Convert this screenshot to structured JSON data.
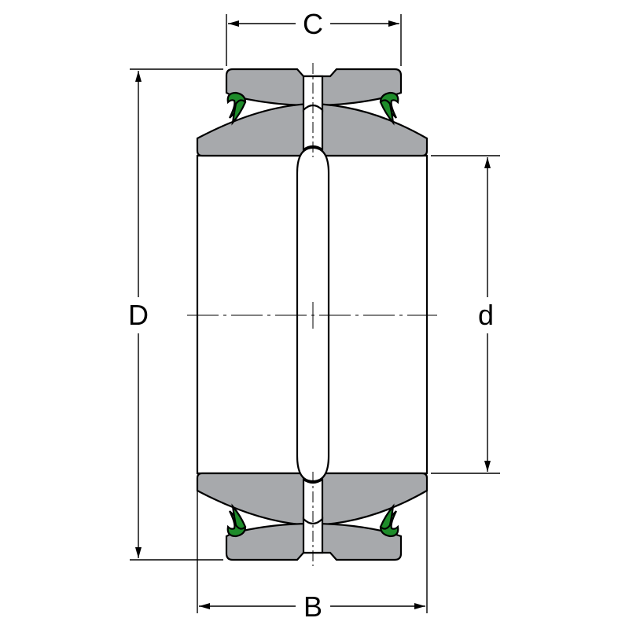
{
  "diagram": {
    "labels": {
      "C": "C",
      "D": "D",
      "d": "d",
      "B": "B"
    },
    "colors": {
      "metal": "#a7a9ac",
      "seal": "#1e8c2a",
      "outline": "#000000",
      "background": "#ffffff"
    }
  }
}
